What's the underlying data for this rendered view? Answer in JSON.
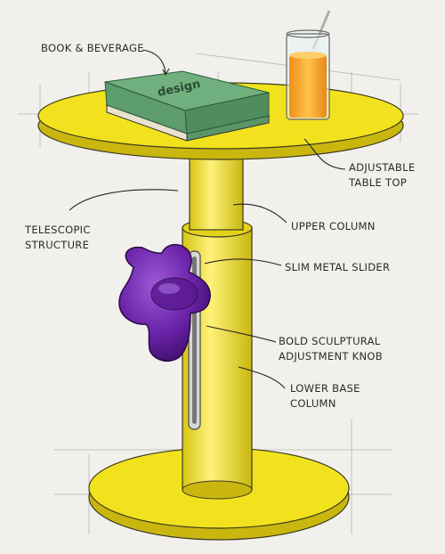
{
  "labels": {
    "book_beverage": "BOOK & BEVERAGE",
    "book_title": "design",
    "adjustable_top": [
      "ADJUSTABLE",
      "TABLE TOP"
    ],
    "telescopic": [
      "TELESCOPIC",
      "STRUCTURE"
    ],
    "upper_column": "UPPER COLUMN",
    "slim_slider": "SLIM METAL SLIDER",
    "knob": [
      "BOLD SCULPTURAL",
      "ADJUSTMENT KNOB"
    ],
    "lower_base": [
      "LOWER BASE",
      "COLUMN"
    ]
  },
  "colors": {
    "table_yellow": "#f2e21e",
    "table_shadow": "#c9b70f",
    "knob_purple": "#6a22a8",
    "book_green": "#6fb07e",
    "juice_orange": "#f5a323",
    "ink": "#2a2a2a"
  }
}
